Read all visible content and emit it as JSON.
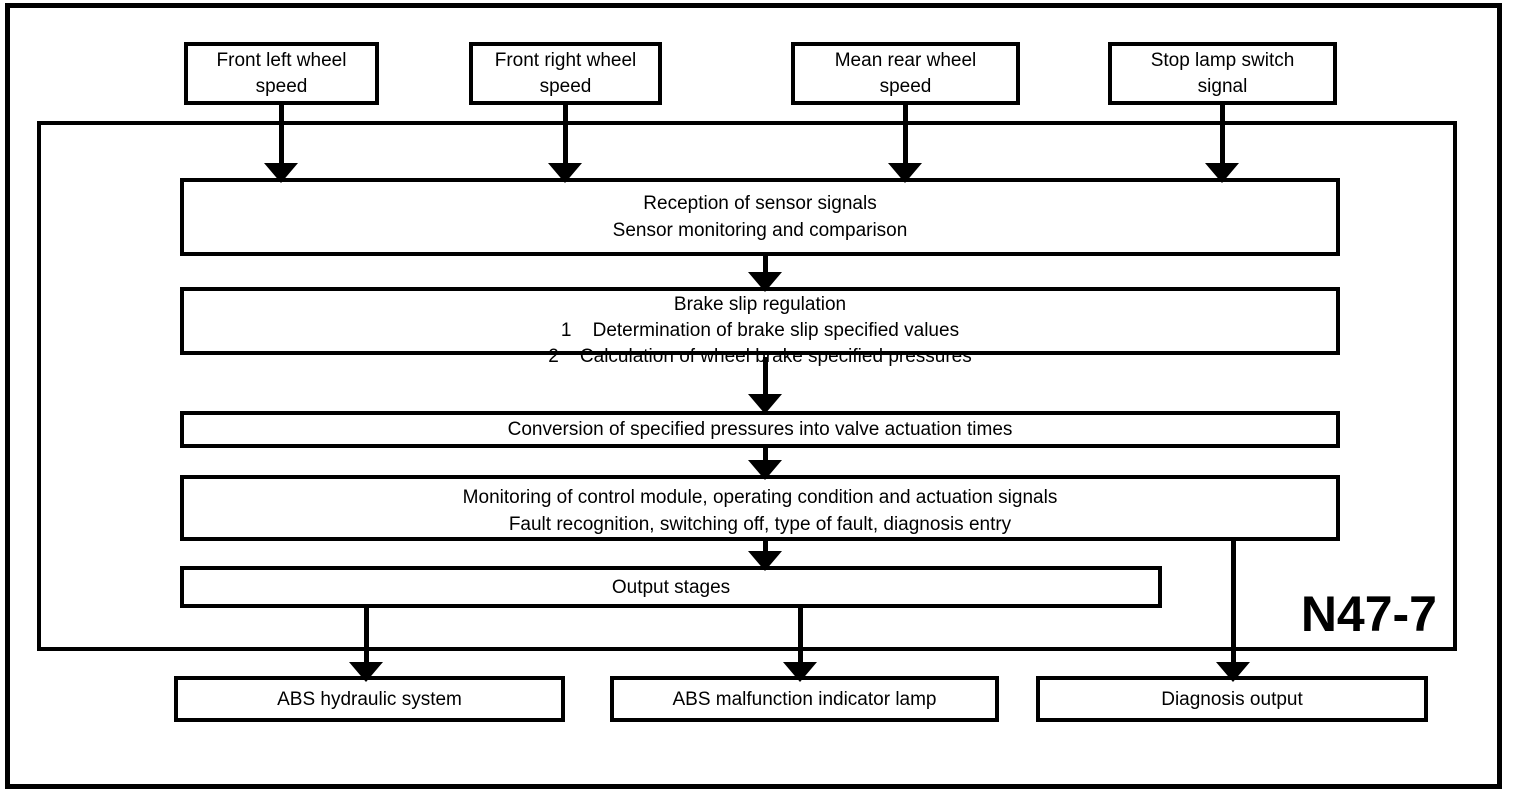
{
  "module_label": "N47-7",
  "inputs": [
    {
      "line1": "Front left wheel",
      "line2": "speed"
    },
    {
      "line1": "Front right wheel",
      "line2": "speed"
    },
    {
      "line1": "Mean rear wheel",
      "line2": "speed"
    },
    {
      "line1": "Stop lamp switch",
      "line2": "signal"
    }
  ],
  "process": {
    "reception": {
      "line1": "Reception of sensor signals",
      "line2": "Sensor monitoring and comparison"
    },
    "brake_slip": {
      "line1": "Brake slip regulation",
      "line2": "1    Determination of brake slip specified values",
      "line3": "2    Calculation of wheel brake specified pressures"
    },
    "conversion": {
      "line1": "Conversion of specified pressures into valve actuation times"
    },
    "monitoring": {
      "line1": "Monitoring of control module, operating condition and actuation signals",
      "line2": "Fault recognition, switching off, type of fault, diagnosis entry"
    },
    "output_stages": {
      "line1": "Output stages"
    }
  },
  "outputs": [
    {
      "label": "ABS hydraulic system"
    },
    {
      "label": "ABS malfunction indicator lamp"
    },
    {
      "label": "Diagnosis output"
    }
  ],
  "colors": {
    "line": "#000000",
    "background": "#ffffff"
  }
}
